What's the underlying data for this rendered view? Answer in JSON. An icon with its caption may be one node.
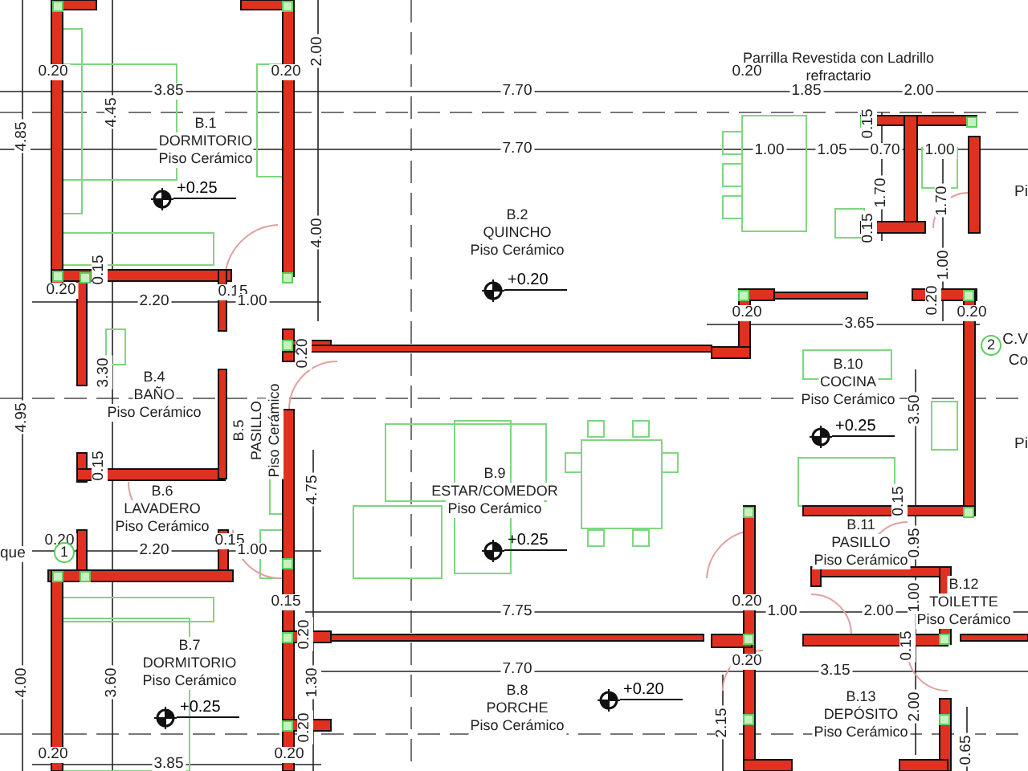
{
  "diagram": {
    "nodes": [
      {
        "text": [
          "B.1",
          "DORMITORIO",
          "Piso Cerámico"
        ],
        "beside": [
          "+0.25"
        ]
      },
      {
        "text": [
          "B.2",
          "QUINCHO",
          "Piso Cerámico"
        ],
        "beside": [
          "+0.20"
        ]
      },
      {
        "text": [
          "B.10",
          "COCINA",
          "Piso Cerámico"
        ],
        "beside": [
          "+0.25"
        ]
      },
      {
        "text": [
          "B.4",
          "BAÑO",
          "Piso Cerámico"
        ]
      },
      {
        "text": [
          "B.5",
          "PASILLO",
          "Piso Cerámico"
        ]
      },
      {
        "text": [
          "B.9",
          "ESTAR/COMEDOR",
          "Piso Cerámico"
        ],
        "beside": [
          "+0.25"
        ]
      },
      {
        "text": [
          "B.6",
          "LAVADERO",
          "Piso Cerámico"
        ]
      },
      {
        "text": [
          "B.11",
          "PASILLO",
          "Piso Cerámico"
        ]
      },
      {
        "text": [
          "B.12",
          "TOILETTE",
          "Piso Cerámico"
        ]
      },
      {
        "text": [
          "B.7",
          "DORMITORIO",
          "Piso Cerámico"
        ],
        "beside": [
          "+0.25"
        ]
      },
      {
        "text": [
          "B.8",
          "PORCHE",
          "Piso Cerámico"
        ],
        "beside": [
          "+0.20"
        ]
      },
      {
        "text": [
          "B.13",
          "DEPÓSITO",
          "Piso Cerámico"
        ]
      }
    ],
    "labels": [
      "2.00",
      "Parrilla Revestida con Ladrillo refractario",
      "0.20",
      "0.20",
      "0.20",
      "3.85",
      "7.70",
      "1.85",
      "2.00",
      "4.45",
      "0.15",
      "4.85",
      "7.70",
      "1.00",
      "1.05",
      "0.70",
      "1.00",
      "1.70",
      "1.70",
      "Pi",
      "4.00",
      "0.15",
      "0.15",
      "1.00",
      "0.20",
      "2.20",
      "0.15",
      "1.00",
      "0.20",
      "0.20",
      "3.65",
      "0.20",
      "0.20",
      "2",
      "C.V",
      "Co",
      "3.30",
      "4.95",
      "3.50",
      "Pi",
      "0.15",
      "4.75",
      "0.15",
      "que",
      "0.20",
      "1",
      "2.20",
      "0.15",
      "1.00",
      "0.95",
      "0.15",
      "7.75",
      "0.20",
      "1.00",
      "2.00",
      "1.00",
      "0.20",
      "0.15",
      "7.70",
      "0.20",
      "3.15",
      "4.00",
      "3.60",
      "1.30",
      "0.20",
      "2.15",
      "2.00",
      "0.20",
      "3.85",
      "0.20",
      "0.65"
    ]
  }
}
